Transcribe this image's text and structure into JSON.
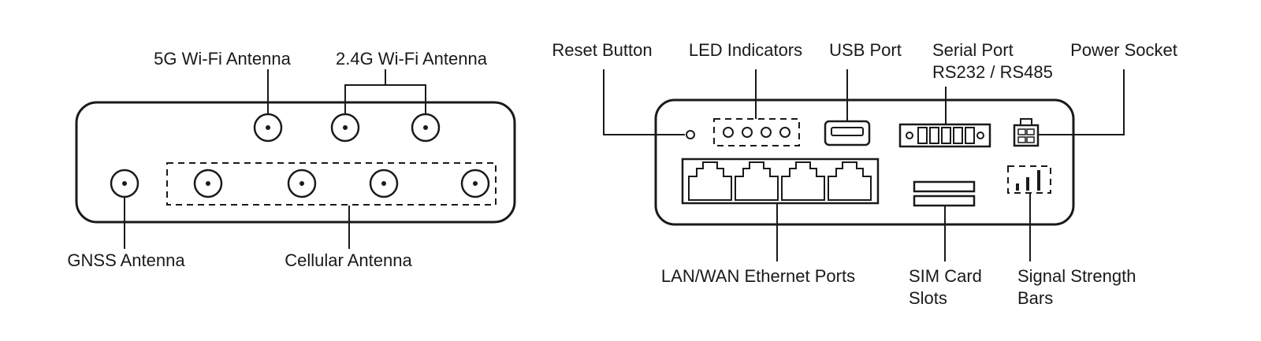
{
  "left_panel": {
    "labels": {
      "wifi5g": "5G Wi-Fi Antenna",
      "wifi24g": "2.4G Wi-Fi Antenna",
      "gnss": "GNSS Antenna",
      "cellular": "Cellular Antenna"
    }
  },
  "right_panel": {
    "labels": {
      "reset": "Reset Button",
      "led": "LED Indicators",
      "usb": "USB Port",
      "serial_line1": "Serial Port",
      "serial_line2": "RS232 / RS485",
      "power": "Power Socket",
      "ethernet": "LAN/WAN Ethernet Ports",
      "sim_line1": "SIM Card",
      "sim_line2": "Slots",
      "signal_line1": "Signal Strength",
      "signal_line2": "Bars"
    }
  }
}
